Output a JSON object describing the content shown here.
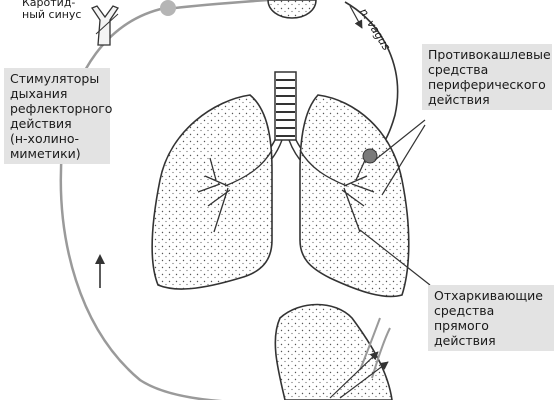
{
  "labels": {
    "carotid_sinus": "Каротид-\nный синус",
    "vagus": "n. vagus",
    "stimulators": "Стимуляторы\nдыхания\nрефлекторного\nдействия\n(н-холино-\nмиметики)",
    "antitussive": "Противокашлевые\nсредства\nпериферического\nдействия",
    "expectorants": "Отхаркивающие\nсредства\nпрямого\nдействия"
  },
  "colors": {
    "line": "#9a9a9a",
    "dark_line": "#333333",
    "dot_fill": "#b5b5b5",
    "receptor_fill": "#7a7a7a",
    "label_bg": "#e3e3e3"
  },
  "icons": {
    "arrow_up": "arrow-up-icon",
    "carotid": "carotid-bifurcation-icon"
  }
}
